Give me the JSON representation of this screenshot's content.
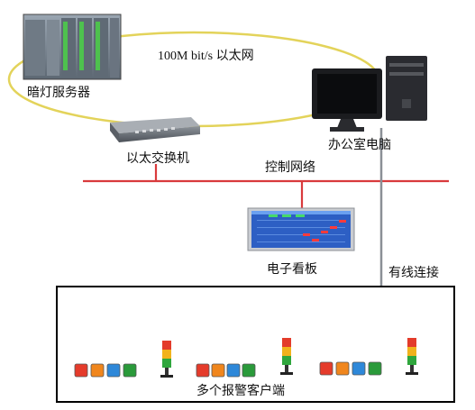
{
  "labels": {
    "dark_server": "暗灯服务器",
    "ethernet_speed": "100M bit/s 以太网",
    "office_pc": "办公室电脑",
    "ethernet_switch": "以太交换机",
    "control_network": "控制网络",
    "eboard": "电子看板",
    "wired_connection": "有线连接",
    "alarm_clients": "多个报警客户端"
  },
  "colors": {
    "ring": "#e3d35a",
    "control_bus": "#d93a3c",
    "cable": "#8a8f96",
    "frame": "#000000",
    "board_bg": "#2d5fc4",
    "button_colors": [
      "#e53b2b",
      "#f0861d",
      "#2e88d9",
      "#2a9a3a"
    ],
    "tower_colors": [
      "#e33b2b",
      "#f1b21c",
      "#2fa63d"
    ]
  },
  "icons": {
    "server": "plc-server-icon",
    "pc": "desktop-computer-icon",
    "switch": "network-switch-icon",
    "board": "led-board-icon",
    "tower": "signal-tower-icon"
  }
}
